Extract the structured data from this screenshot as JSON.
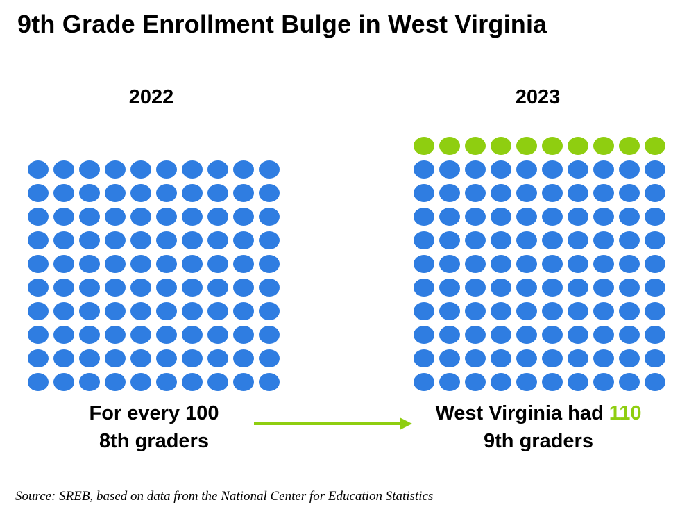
{
  "title": "9th Grade Enrollment Bulge in West Virginia",
  "chart_data": [
    {
      "type": "pictogram",
      "label": "2022",
      "rows": 10,
      "columns": 10,
      "series": [
        {
          "name": "8th graders",
          "value": 100,
          "color": "#2f7de1"
        }
      ],
      "caption": "For every 100 8th graders"
    },
    {
      "type": "pictogram",
      "label": "2023",
      "rows": 11,
      "columns": 10,
      "series": [
        {
          "name": "9th graders (base)",
          "value": 100,
          "color": "#2f7de1"
        },
        {
          "name": "9th graders (additional)",
          "value": 10,
          "color": "#8fce10"
        }
      ],
      "caption": "West Virginia had 110 9th graders"
    }
  ],
  "captions": {
    "left_line1": "For every 100",
    "left_line2": "8th graders",
    "right_prefix": "West Virginia had ",
    "right_highlight": "110",
    "right_line2": "9th graders"
  },
  "arrow": {
    "color": "#8fce10"
  },
  "source": "Source: SREB, based on data from the National Center for Education Statistics"
}
